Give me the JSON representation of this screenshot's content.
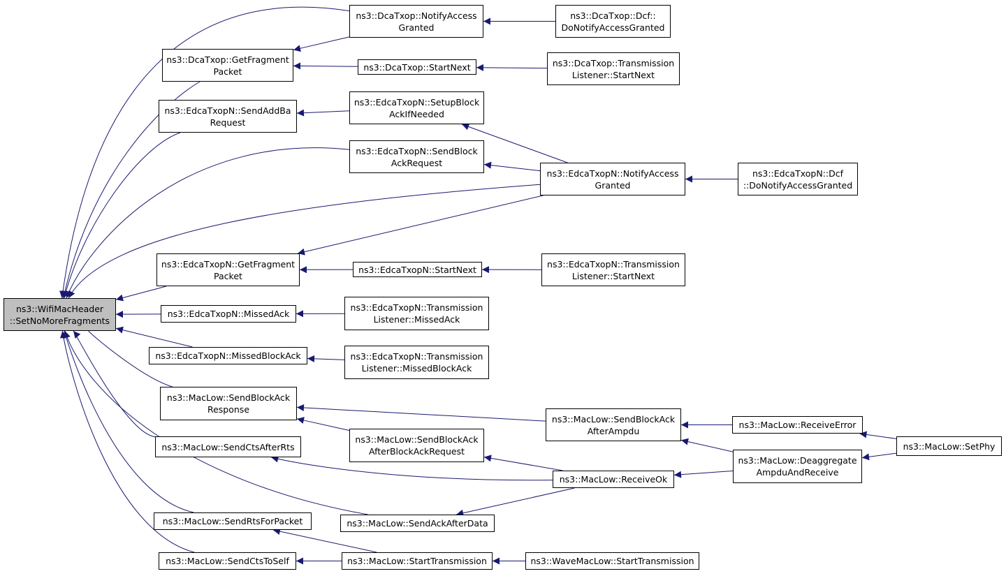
{
  "colors": {
    "edge": "#191970",
    "border": "#000000",
    "root_fill": "#bfbfbf",
    "node_fill": "#ffffff"
  },
  "nodes": [
    {
      "id": "root",
      "lines": [
        "ns3::WifiMacHeader",
        "::SetNoMoreFragments"
      ],
      "root": true
    },
    {
      "id": "dca_getfrag",
      "lines": [
        "ns3::DcaTxop::GetFragment",
        "Packet"
      ]
    },
    {
      "id": "dca_notify",
      "lines": [
        "ns3::DcaTxop::NotifyAccess",
        "Granted"
      ]
    },
    {
      "id": "dca_dcf_notify",
      "lines": [
        "ns3::DcaTxop::Dcf::",
        "DoNotifyAccessGranted"
      ]
    },
    {
      "id": "dca_startnext",
      "lines": [
        "ns3::DcaTxop::StartNext"
      ]
    },
    {
      "id": "dca_tl_startnext",
      "lines": [
        "ns3::DcaTxop::Transmission",
        "Listener::StartNext"
      ]
    },
    {
      "id": "edca_sendaddba",
      "lines": [
        "ns3::EdcaTxopN::SendAddBa",
        "Request"
      ]
    },
    {
      "id": "edca_setupblock",
      "lines": [
        "ns3::EdcaTxopN::SetupBlock",
        "AckIfNeeded"
      ]
    },
    {
      "id": "edca_sendblockack",
      "lines": [
        "ns3::EdcaTxopN::SendBlock",
        "AckRequest"
      ]
    },
    {
      "id": "edca_notify",
      "lines": [
        "ns3::EdcaTxopN::NotifyAccess",
        "Granted"
      ]
    },
    {
      "id": "edca_dcf_notify",
      "lines": [
        "ns3::EdcaTxopN::Dcf",
        "::DoNotifyAccessGranted"
      ]
    },
    {
      "id": "edca_getfrag",
      "lines": [
        "ns3::EdcaTxopN::GetFragment",
        "Packet"
      ]
    },
    {
      "id": "edca_startnext",
      "lines": [
        "ns3::EdcaTxopN::StartNext"
      ]
    },
    {
      "id": "edca_tl_startnext",
      "lines": [
        "ns3::EdcaTxopN::Transmission",
        "Listener::StartNext"
      ]
    },
    {
      "id": "edca_missedack",
      "lines": [
        "ns3::EdcaTxopN::MissedAck"
      ]
    },
    {
      "id": "edca_tl_missedack",
      "lines": [
        "ns3::EdcaTxopN::Transmission",
        "Listener::MissedAck"
      ]
    },
    {
      "id": "edca_missedblockack",
      "lines": [
        "ns3::EdcaTxopN::MissedBlockAck"
      ]
    },
    {
      "id": "edca_tl_missedblockack",
      "lines": [
        "ns3::EdcaTxopN::Transmission",
        "Listener::MissedBlockAck"
      ]
    },
    {
      "id": "ml_sendblockackresp",
      "lines": [
        "ns3::MacLow::SendBlockAck",
        "Response"
      ]
    },
    {
      "id": "ml_sendblockack_ampdu",
      "lines": [
        "ns3::MacLow::SendBlockAck",
        "AfterAmpdu"
      ]
    },
    {
      "id": "ml_receiveerror",
      "lines": [
        "ns3::MacLow::ReceiveError"
      ]
    },
    {
      "id": "ml_setphy",
      "lines": [
        "ns3::MacLow::SetPhy"
      ]
    },
    {
      "id": "ml_sendblockack_bar",
      "lines": [
        "ns3::MacLow::SendBlockAck",
        "AfterBlockAckRequest"
      ]
    },
    {
      "id": "ml_sendctsafterrts",
      "lines": [
        "ns3::MacLow::SendCtsAfterRts"
      ]
    },
    {
      "id": "ml_deaggregate",
      "lines": [
        "ns3::MacLow::Deaggregate",
        "AmpduAndReceive"
      ]
    },
    {
      "id": "ml_receiveok",
      "lines": [
        "ns3::MacLow::ReceiveOk"
      ]
    },
    {
      "id": "ml_sendackafterdata",
      "lines": [
        "ns3::MacLow::SendAckAfterData"
      ]
    },
    {
      "id": "ml_sendrtsforpacket",
      "lines": [
        "ns3::MacLow::SendRtsForPacket"
      ]
    },
    {
      "id": "ml_sendctstoself",
      "lines": [
        "ns3::MacLow::SendCtsToSelf"
      ]
    },
    {
      "id": "ml_starttransmission",
      "lines": [
        "ns3::MacLow::StartTransmission"
      ]
    },
    {
      "id": "wml_starttransmission",
      "lines": [
        "ns3::WaveMacLow::StartTransmission"
      ]
    }
  ],
  "edges": [
    [
      "dca_notify",
      "root"
    ],
    [
      "dca_getfrag",
      "root"
    ],
    [
      "edca_sendaddba",
      "root"
    ],
    [
      "edca_sendblockack",
      "root"
    ],
    [
      "edca_notify",
      "root"
    ],
    [
      "edca_getfrag",
      "root"
    ],
    [
      "edca_missedack",
      "root"
    ],
    [
      "edca_missedblockack",
      "root"
    ],
    [
      "ml_sendblockackresp",
      "root"
    ],
    [
      "ml_sendctsafterrts",
      "root"
    ],
    [
      "ml_sendackafterdata",
      "root"
    ],
    [
      "ml_sendrtsforpacket",
      "root"
    ],
    [
      "ml_sendctstoself",
      "root"
    ],
    [
      "dca_notify",
      "dca_getfrag"
    ],
    [
      "dca_startnext",
      "dca_getfrag"
    ],
    [
      "dca_dcf_notify",
      "dca_notify"
    ],
    [
      "dca_tl_startnext",
      "dca_startnext"
    ],
    [
      "edca_setupblock",
      "edca_sendaddba"
    ],
    [
      "edca_notify",
      "edca_setupblock"
    ],
    [
      "edca_notify",
      "edca_sendblockack"
    ],
    [
      "edca_dcf_notify",
      "edca_notify"
    ],
    [
      "edca_notify",
      "edca_getfrag"
    ],
    [
      "edca_startnext",
      "edca_getfrag"
    ],
    [
      "edca_tl_startnext",
      "edca_startnext"
    ],
    [
      "edca_tl_missedack",
      "edca_missedack"
    ],
    [
      "edca_tl_missedblockack",
      "edca_missedblockack"
    ],
    [
      "ml_sendblockack_ampdu",
      "ml_sendblockackresp"
    ],
    [
      "ml_sendblockack_bar",
      "ml_sendblockackresp"
    ],
    [
      "ml_receiveerror",
      "ml_sendblockack_ampdu"
    ],
    [
      "ml_deaggregate",
      "ml_sendblockack_ampdu"
    ],
    [
      "ml_setphy",
      "ml_receiveerror"
    ],
    [
      "ml_setphy",
      "ml_deaggregate"
    ],
    [
      "ml_receiveok",
      "ml_sendblockack_bar"
    ],
    [
      "ml_receiveok",
      "ml_sendctsafterrts"
    ],
    [
      "ml_deaggregate",
      "ml_receiveok"
    ],
    [
      "ml_receiveok",
      "ml_sendackafterdata"
    ],
    [
      "ml_starttransmission",
      "ml_sendrtsforpacket"
    ],
    [
      "ml_starttransmission",
      "ml_sendctstoself"
    ],
    [
      "wml_starttransmission",
      "ml_starttransmission"
    ]
  ]
}
